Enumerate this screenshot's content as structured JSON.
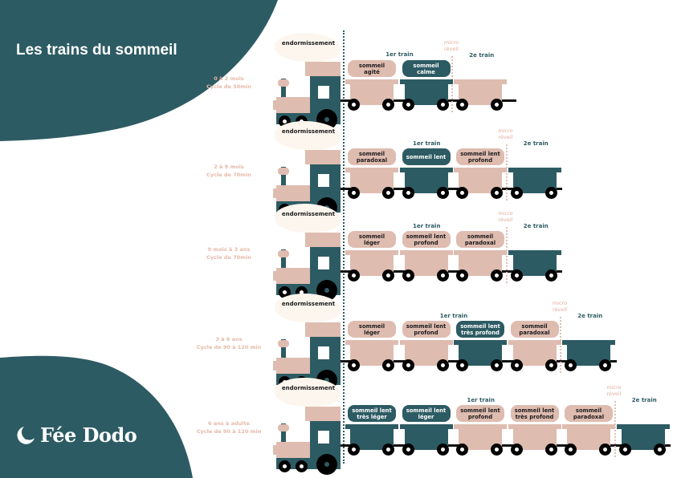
{
  "title": "Les trains du sommeil",
  "brand": "Fée Dodo",
  "colors": {
    "dark": "#2d5b63",
    "light": "#dfbcb0",
    "accent": "#e6b9a9"
  },
  "common": {
    "endormissement": "endormissement",
    "first_train": "1er train",
    "second_train": "2e train",
    "micro": "micro",
    "reveil": "réveil"
  },
  "rows": [
    {
      "age": "0 à 2 mois",
      "cycle": "Cycle de 50min",
      "micro_after": 2,
      "wagons": [
        {
          "label": "sommeil agité",
          "tone": "light"
        },
        {
          "label": "sommeil calme",
          "tone": "dark"
        },
        {
          "label": "",
          "tone": "light"
        }
      ]
    },
    {
      "age": "2 à 9 mois",
      "cycle": "Cycle de 70min",
      "micro_after": 3,
      "wagons": [
        {
          "label": "sommeil paradoxal",
          "tone": "light"
        },
        {
          "label": "sommeil lent",
          "tone": "dark"
        },
        {
          "label": "sommeil lent profond",
          "tone": "light"
        },
        {
          "label": "",
          "tone": "dark"
        }
      ]
    },
    {
      "age": "9 mois à 3 ans",
      "cycle": "Cycle de 70min",
      "micro_after": 3,
      "wagons": [
        {
          "label": "sommeil léger",
          "tone": "light"
        },
        {
          "label": "sommeil lent profond",
          "tone": "light"
        },
        {
          "label": "sommeil paradoxal",
          "tone": "light"
        },
        {
          "label": "",
          "tone": "dark"
        }
      ]
    },
    {
      "age": "3 à 6 ans",
      "cycle": "Cycle de 90 à 120 min",
      "micro_after": 4,
      "wagons": [
        {
          "label": "sommeil léger",
          "tone": "light"
        },
        {
          "label": "sommeil lent profond",
          "tone": "light"
        },
        {
          "label": "sommeil lent très profond",
          "tone": "dark"
        },
        {
          "label": "sommeil paradoxal",
          "tone": "light"
        },
        {
          "label": "",
          "tone": "dark"
        }
      ]
    },
    {
      "age": "6 ans à adulte",
      "cycle": "Cycle de 90 à 120 min",
      "micro_after": 5,
      "wagons": [
        {
          "label": "sommeil lent très léger",
          "tone": "dark"
        },
        {
          "label": "sommeil lent léger",
          "tone": "dark"
        },
        {
          "label": "sommeil lent profond",
          "tone": "light"
        },
        {
          "label": "sommeil lent très profond",
          "tone": "light"
        },
        {
          "label": "sommeil paradoxal",
          "tone": "light"
        },
        {
          "label": "",
          "tone": "dark"
        }
      ]
    }
  ]
}
